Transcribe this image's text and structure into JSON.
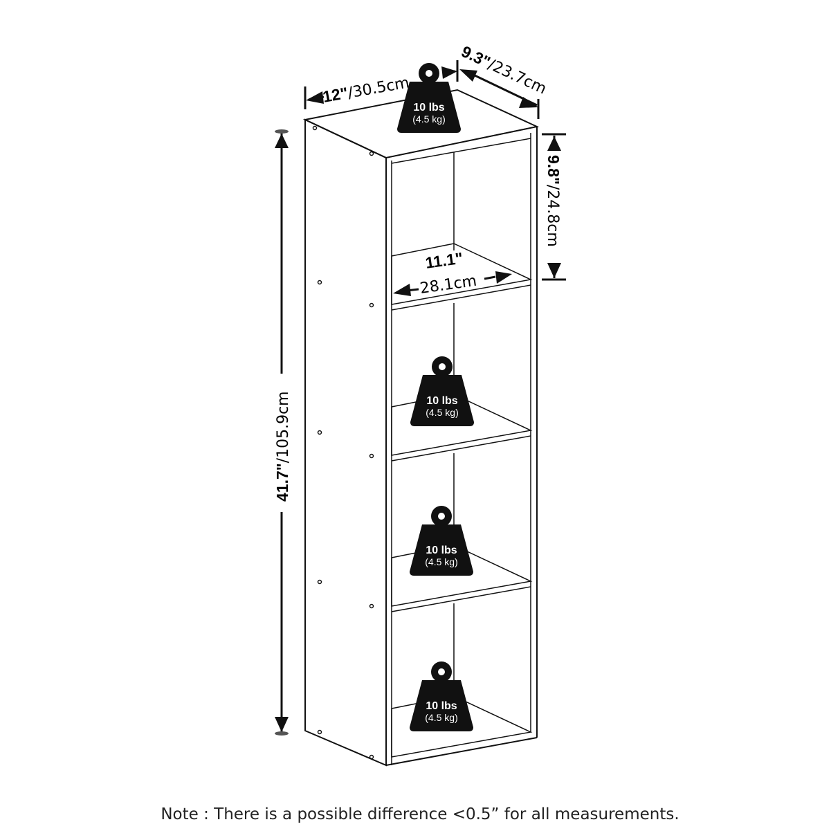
{
  "dimensions": {
    "width_in": "12\"",
    "width_cm": "/30.5cm",
    "depth_in": "9.3\"",
    "depth_cm": "/23.7cm",
    "height_in": "41.7\"",
    "height_cm": "/105.9cm",
    "cube_height_in": "9.8\"",
    "cube_height_cm": "/24.8cm",
    "inner_width_in": "11.1\"",
    "inner_width_cm": "28.1cm"
  },
  "weights": [
    {
      "lbs": "10 lbs",
      "kg": "(4.5 kg)"
    },
    {
      "lbs": "10 lbs",
      "kg": "(4.5 kg)"
    },
    {
      "lbs": "10 lbs",
      "kg": "(4.5 kg)"
    },
    {
      "lbs": "10 lbs",
      "kg": "(4.5 kg)"
    }
  ],
  "note": "Note : There is a possible difference <0.5” for all measurements."
}
